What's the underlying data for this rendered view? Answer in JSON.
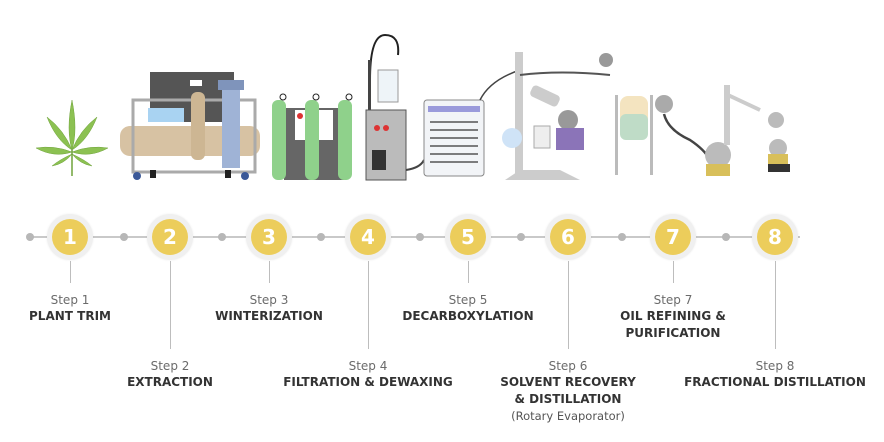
{
  "colors": {
    "step_circle": "#eccd5b",
    "line": "#c9c9c9",
    "text": "#333333"
  },
  "steps": [
    {
      "number": "1",
      "step_label": "Step 1",
      "name_lines": [
        "PLANT TRIM"
      ],
      "sub": "",
      "icon": "cannabis-leaf-icon"
    },
    {
      "number": "2",
      "step_label": "Step 2",
      "name_lines": [
        "EXTRACTION"
      ],
      "sub": "",
      "icon": "extraction-machine-icon"
    },
    {
      "number": "3",
      "step_label": "Step 3",
      "name_lines": [
        "WINTERIZATION"
      ],
      "sub": "",
      "icon": "gas-cylinders-icon"
    },
    {
      "number": "4",
      "step_label": "Step 4",
      "name_lines": [
        "FILTRATION & DEWAXING"
      ],
      "sub": "",
      "icon": "filtration-stand-icon"
    },
    {
      "number": "5",
      "step_label": "Step 5",
      "name_lines": [
        "DECARBOXYLATION"
      ],
      "sub": "",
      "icon": "oven-icon"
    },
    {
      "number": "6",
      "step_label": "Step 6",
      "name_lines": [
        "SOLVENT RECOVERY",
        "& DISTILLATION"
      ],
      "sub": "(Rotary Evaporator)",
      "icon": "rotary-evaporator-icon"
    },
    {
      "number": "7",
      "step_label": "Step 7",
      "name_lines": [
        "OIL REFINING &",
        "PURIFICATION"
      ],
      "sub": "",
      "icon": "reactor-vessel-icon"
    },
    {
      "number": "8",
      "step_label": "Step 8",
      "name_lines": [
        "FRACTIONAL DISTILLATION"
      ],
      "sub": "",
      "icon": "distillation-flask-icon"
    }
  ]
}
